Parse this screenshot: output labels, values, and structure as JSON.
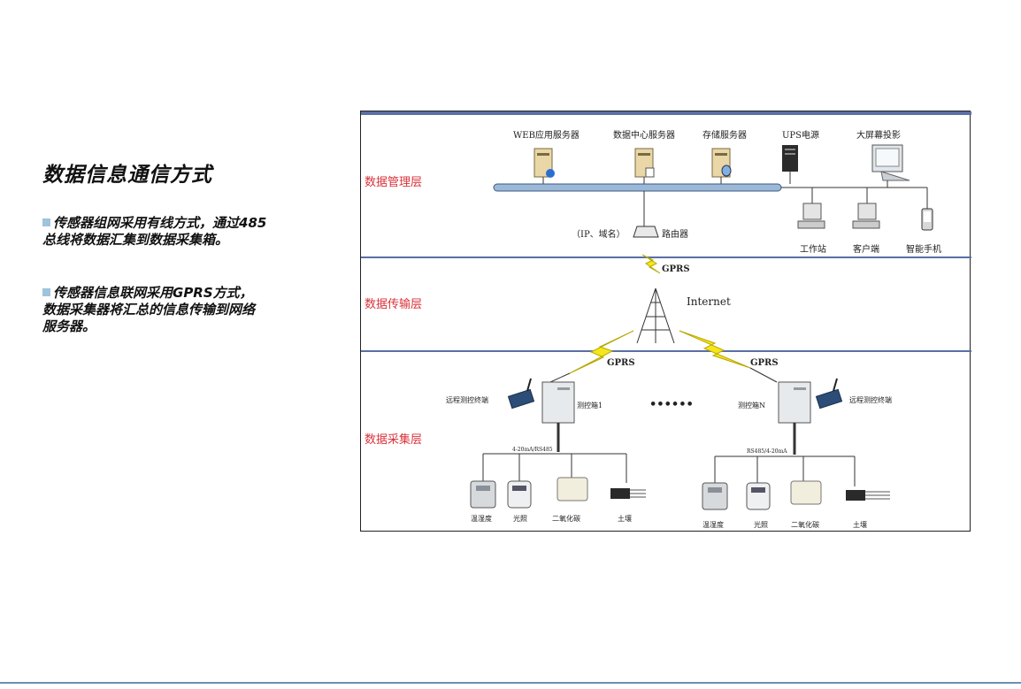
{
  "slide": {
    "title": "数据信息通信方式",
    "bullets": [
      {
        "line1": "传感器组网采用有线方式，通过485",
        "line2": "总线将数据汇集到数据采集箱。"
      },
      {
        "line1": "传感器信息联网采用GPRS方式，",
        "line2": "数据采集器将汇总的信息传输到网络",
        "line3": "服务器。"
      }
    ]
  },
  "diagram": {
    "layers": {
      "management": "数据管理层",
      "transmission": "数据传输层",
      "collection": "数据采集层"
    },
    "servers": {
      "web": "WEB应用服务器",
      "datacenter": "数据中心服务器",
      "storage": "存储服务器",
      "ups": "UPS电源",
      "screen": "大屏幕投影"
    },
    "clients": {
      "workstation": "工作站",
      "client": "客户端",
      "phone": "智能手机"
    },
    "router": {
      "note": "（IP、域名）",
      "label": "路由器"
    },
    "gprs": "GPRS",
    "internet": "Internet",
    "ellipsis": "••••••",
    "left_station": {
      "remote": "远程测控终端",
      "box": "测控箱1",
      "bus": "4-20mA/RS485"
    },
    "right_station": {
      "remote": "远程测控终端",
      "box": "测控箱N",
      "bus": "RS485/4-20mA"
    },
    "sensors": {
      "temp": "温湿度",
      "light": "光照",
      "co2": "二氧化碳",
      "soil": "土壤"
    },
    "colors": {
      "layer_label": "#d9323a",
      "divider": "#5a6fa5",
      "bus": "#9bb8d8",
      "lightning": "#f5e71a"
    }
  }
}
